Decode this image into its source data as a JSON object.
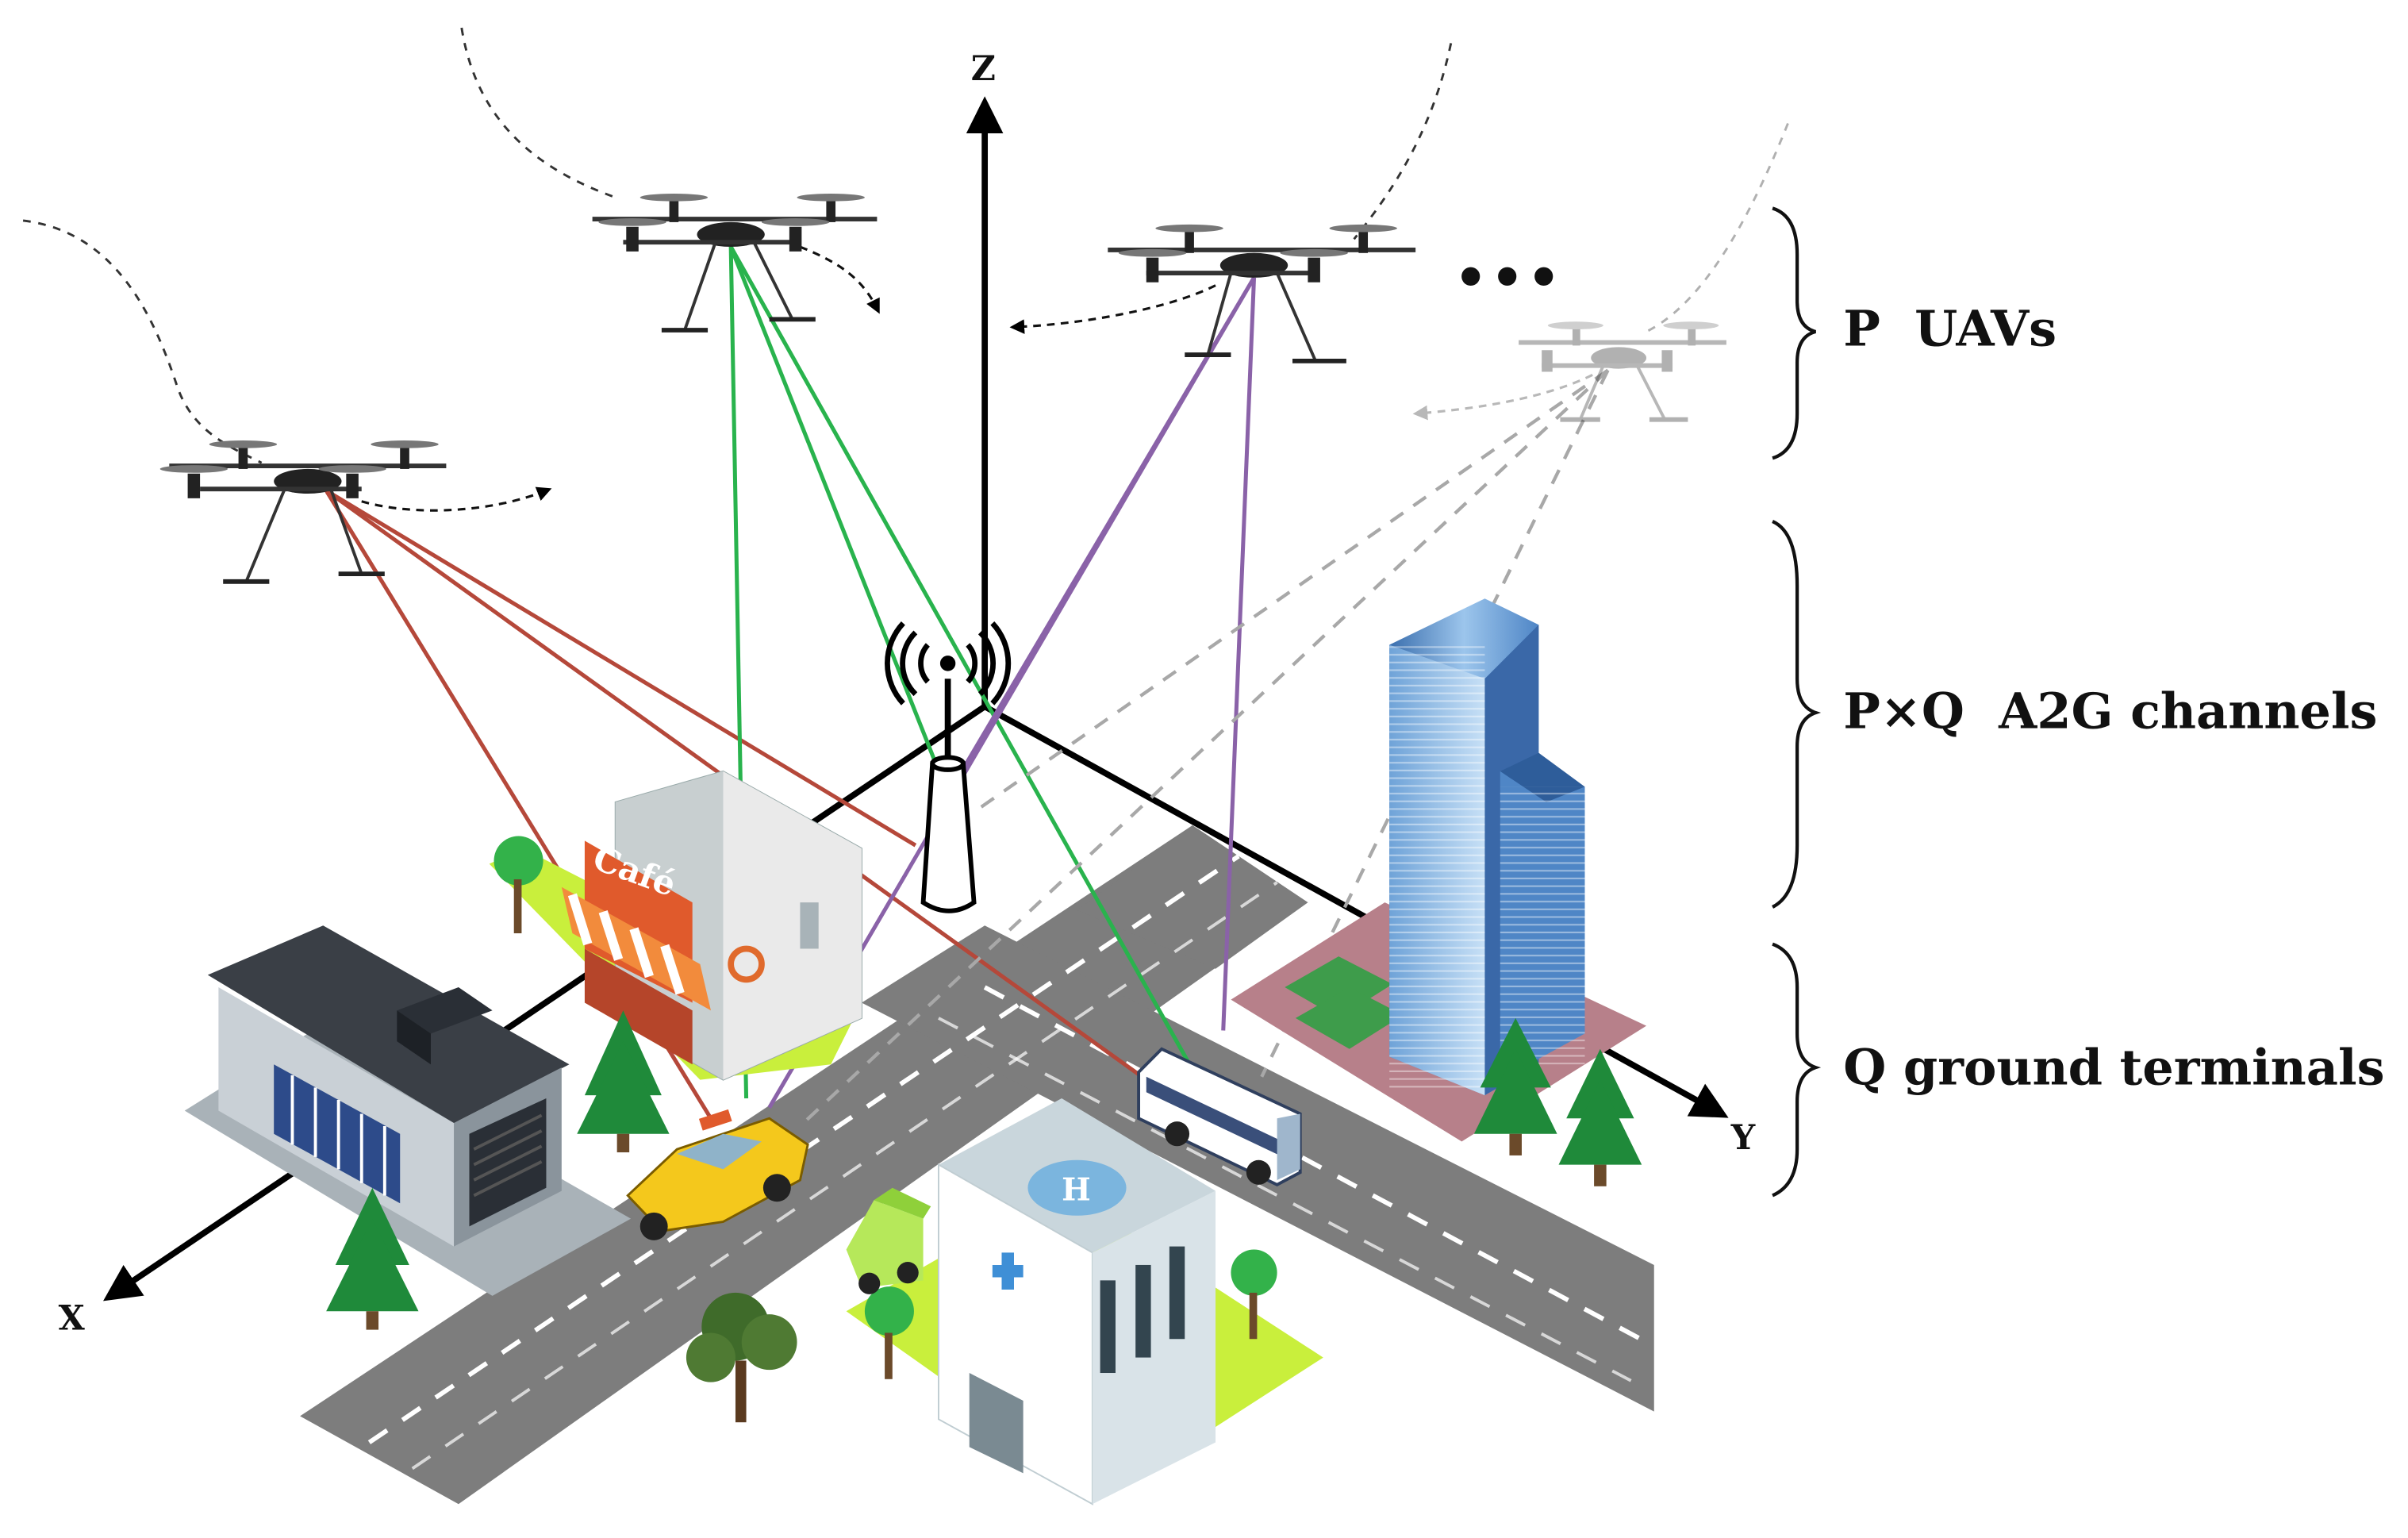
{
  "axes": {
    "x_label": "X",
    "y_label": "Y",
    "z_label": "Z"
  },
  "ellipsis": "•••",
  "legend": [
    {
      "key": "uavs",
      "text": "P  UAVs"
    },
    {
      "key": "channels",
      "text": "P×Q  A2G channels"
    },
    {
      "key": "terminals",
      "text": "Q ground terminals"
    }
  ],
  "cafe_sign": "Café",
  "hospital_sign": "H",
  "colors": {
    "link_uav1": "#b5483a",
    "link_uav2": "#29b34d",
    "link_uav3": "#8a62a8",
    "link_uav4": "#a8a8a8",
    "road": "#7d7d7d",
    "sidewalk_lime": "#c9ef3c",
    "tree": "#1f8a3a",
    "tower": "#ffffff",
    "skyscraper": "#5b8fc4"
  },
  "icons": [
    "quadcopter-uav-icon",
    "base-station-tower-icon",
    "taxi-car-icon",
    "bus-icon",
    "ambulance-icon",
    "hospital-building-icon",
    "cafe-building-icon",
    "skyscraper-icon",
    "garage-building-icon",
    "pine-tree-icon"
  ]
}
